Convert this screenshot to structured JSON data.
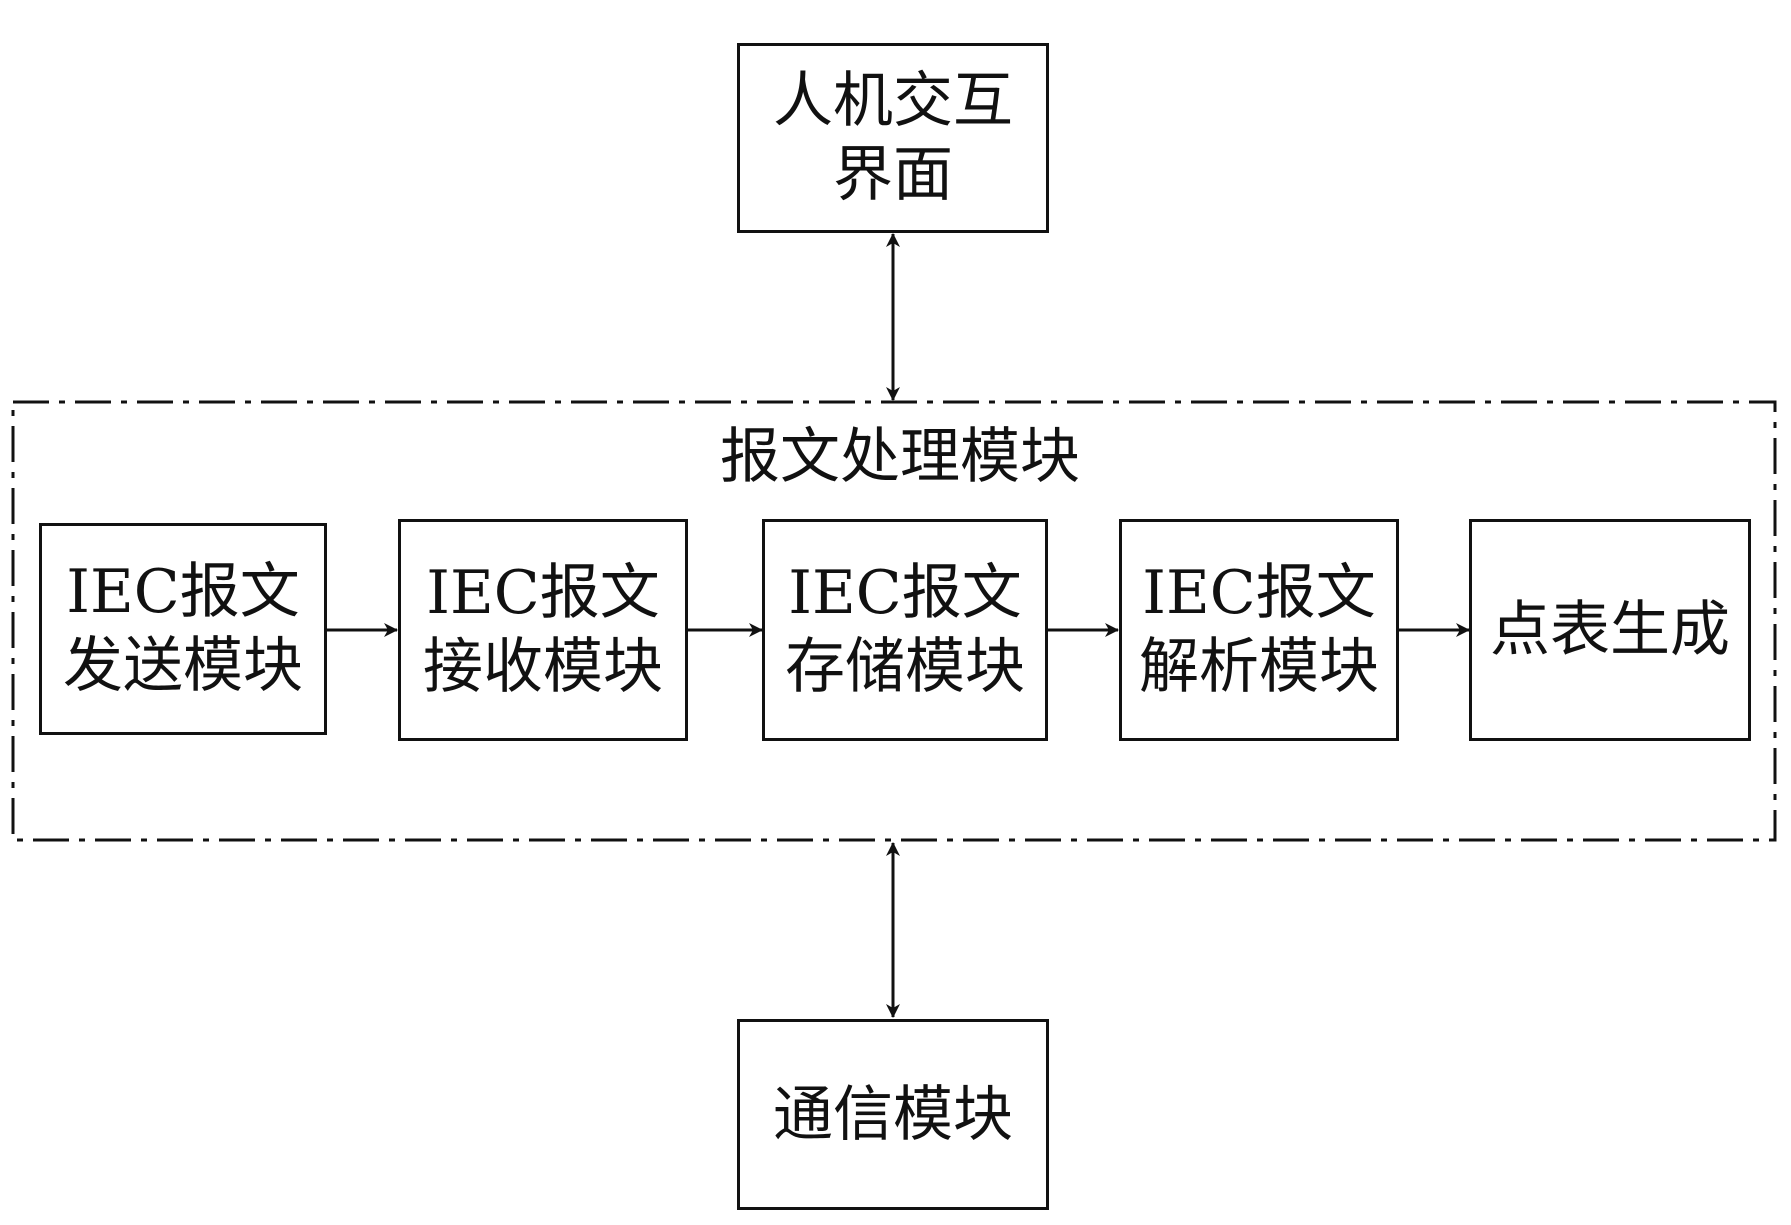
{
  "diagram": {
    "hmi": {
      "lines": [
        "人机交互",
        "界面"
      ]
    },
    "comm": {
      "lines": [
        "通信模块"
      ]
    },
    "group": {
      "title": "报文处理模块"
    },
    "modules": [
      {
        "lines": [
          "IEC报文",
          "发送模块"
        ]
      },
      {
        "lines": [
          "IEC报文",
          "接收模块"
        ]
      },
      {
        "lines": [
          "IEC报文",
          "存储模块"
        ]
      },
      {
        "lines": [
          "IEC报文",
          "解析模块"
        ]
      },
      {
        "lines": [
          "点表生成"
        ]
      }
    ]
  }
}
